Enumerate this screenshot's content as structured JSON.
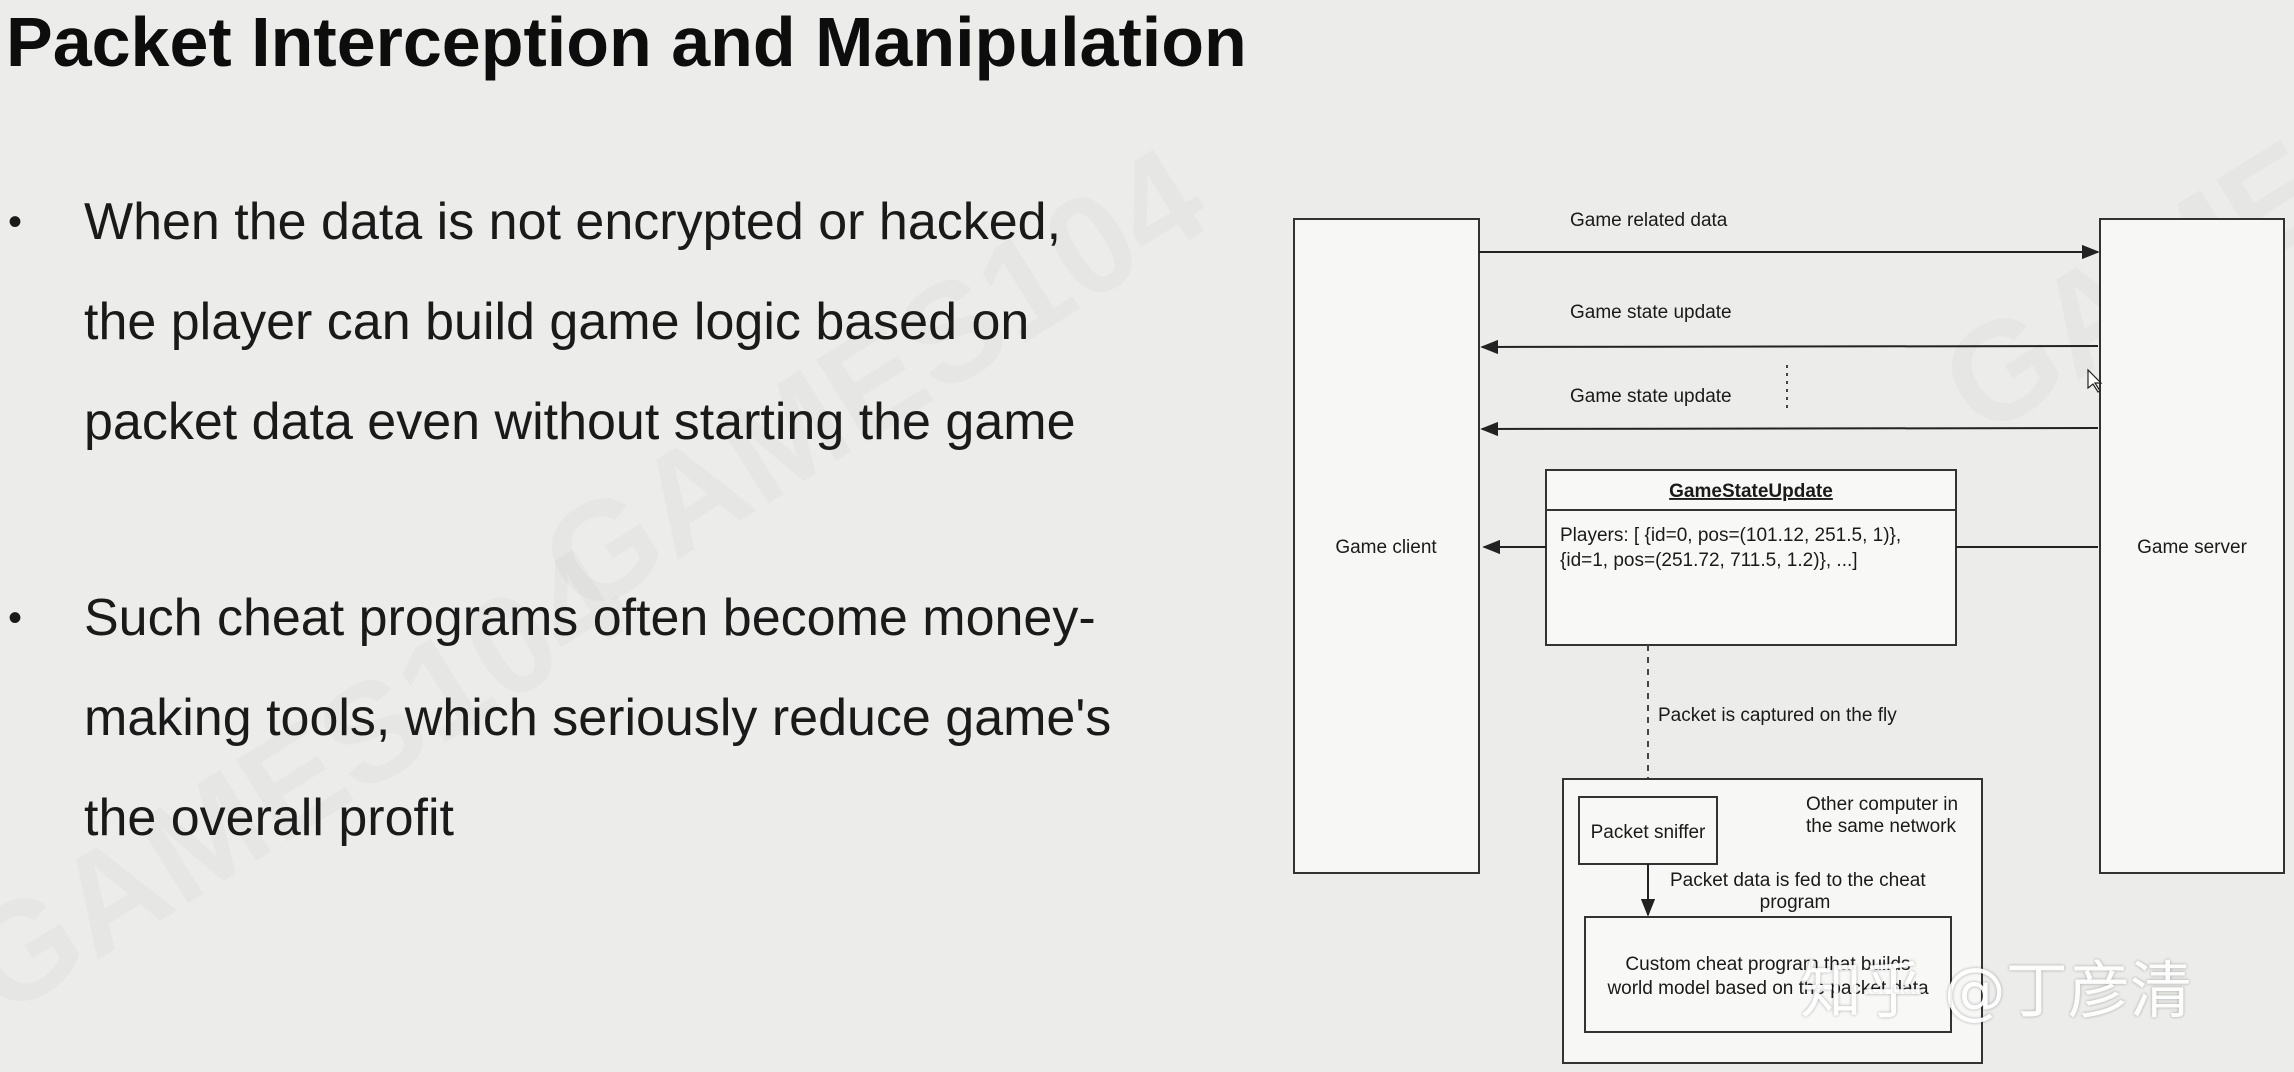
{
  "title": "Packet Interception and Manipulation",
  "bullets": [
    {
      "lines": [
        "When the data is not encrypted or hacked,",
        "the player can build game logic based on",
        "packet data even without starting the game"
      ]
    },
    {
      "lines": [
        "Such cheat programs often become money-",
        "making tools, which seriously reduce game's",
        "the overall profit"
      ]
    }
  ],
  "diagram": {
    "client_label": "Game client",
    "server_label": "Game server",
    "msg_game_related": "Game related data",
    "msg_state_update_1": "Game state update",
    "msg_state_update_2": "Game state update",
    "packet_box": {
      "title": "GameStateUpdate",
      "line1": "Players: [ {id=0, pos=(101.12, 251.5, 1)},",
      "line2": "{id=1, pos=(251.72, 711.5, 1.2)}, ...]"
    },
    "capture_label": "Packet is captured on the fly",
    "other_computer_line1": "Other computer in",
    "other_computer_line2": "the same network",
    "sniffer_label": "Packet sniffer",
    "fed_line1": "Packet data is fed to the cheat",
    "fed_line2": "program",
    "cheat_line1": "Custom cheat program that builds",
    "cheat_line2": "world model based on the packet data"
  },
  "watermark": "知乎 @丁彦清",
  "background_watermark": "GAMES104"
}
